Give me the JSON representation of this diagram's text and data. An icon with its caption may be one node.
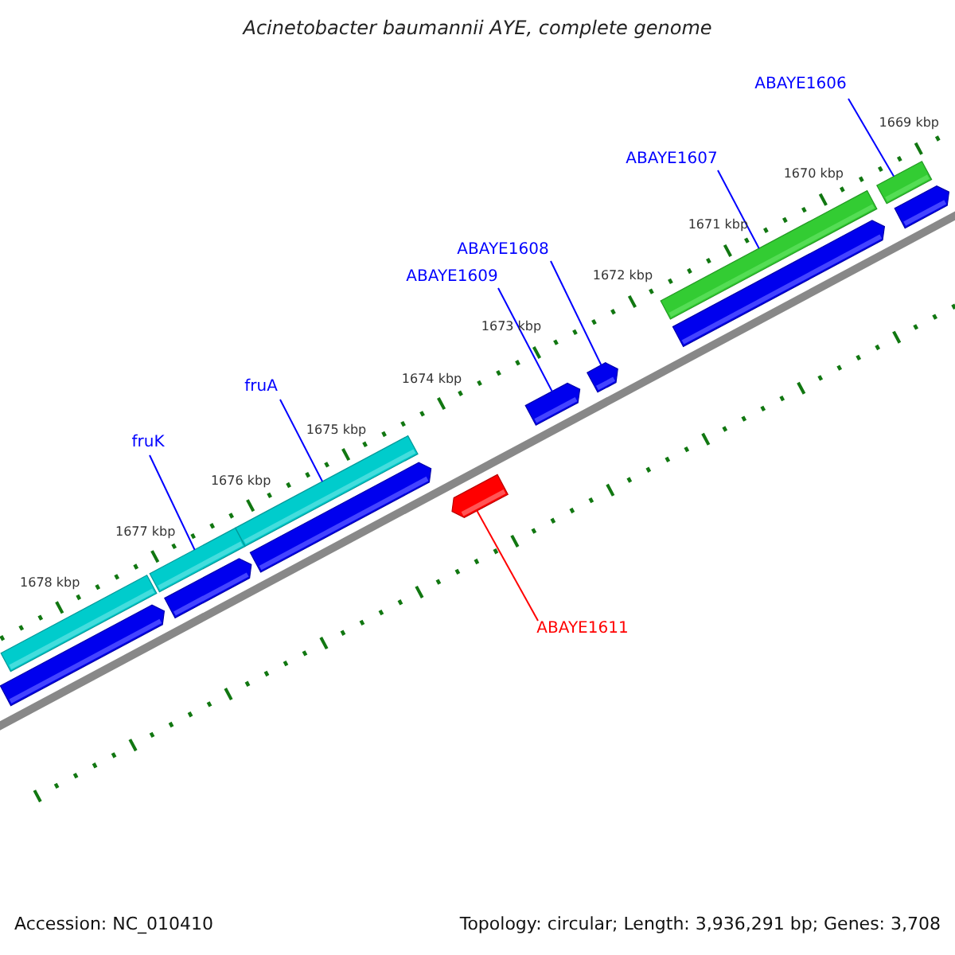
{
  "diagram": {
    "title": "Acinetobacter baumannii AYE, complete genome",
    "nodes": [
      {
        "text": [
          "ABAYE1606"
        ]
      },
      {
        "text": [
          "ABAYE1607"
        ]
      },
      {
        "text": [
          "ABAYE1608"
        ]
      },
      {
        "text": [
          "ABAYE1609"
        ]
      },
      {
        "text": [
          "fruA"
        ]
      },
      {
        "text": [
          "fruK"
        ]
      },
      {
        "text": [
          "ABAYE1611"
        ]
      },
      {
        "text": [],
        "shape": "bar"
      },
      {
        "text": [],
        "shape": "pentagon"
      },
      {
        "text": [],
        "shape": "bar"
      },
      {
        "text": [],
        "shape": "pentagon"
      },
      {
        "text": [],
        "shape": "bar"
      },
      {
        "text": [],
        "shape": "pentagon"
      },
      {
        "text": [],
        "shape": "pentagon"
      },
      {
        "text": [],
        "shape": "pentagon"
      },
      {
        "text": [],
        "shape": "pentagon"
      },
      {
        "text": [],
        "shape": "pentagon"
      },
      {
        "text": [],
        "shape": "bar"
      },
      {
        "text": [],
        "shape": "bar"
      },
      {
        "text": [],
        "shape": "pentagon"
      }
    ],
    "edges": [
      {
        "from": 0,
        "to": 18,
        "arrow": "none"
      },
      {
        "from": 1,
        "to": 17,
        "arrow": "none"
      },
      {
        "from": 2,
        "to": 15,
        "arrow": "none"
      },
      {
        "from": 3,
        "to": 14,
        "arrow": "none"
      },
      {
        "from": 4,
        "to": 11,
        "arrow": "none"
      },
      {
        "from": 5,
        "to": 9,
        "arrow": "none"
      },
      {
        "from": 6,
        "to": 13,
        "arrow": "none",
        "color": "#ff0000"
      }
    ],
    "labels": [
      "1669 kbp",
      "1670 kbp",
      "1671 kbp",
      "1672 kbp",
      "1673 kbp",
      "1674 kbp",
      "1675 kbp",
      "1676 kbp",
      "1677 kbp",
      "1678 kbp",
      "Accession: NC_010410",
      "Topology: circular; Length: 3,936,291 bp; Genes: 3,708"
    ]
  }
}
